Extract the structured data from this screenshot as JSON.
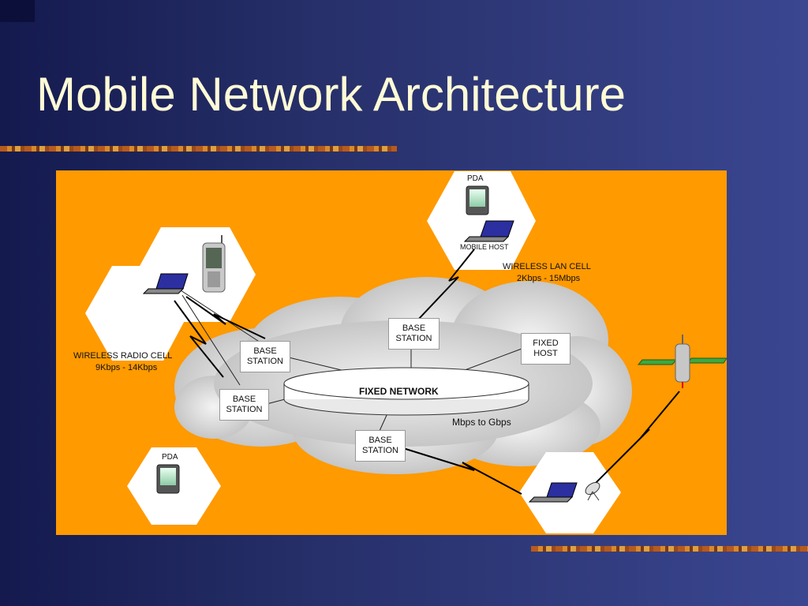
{
  "slide": {
    "title": "Mobile Network Architecture"
  },
  "diagram": {
    "network": {
      "core": "FIXED NETWORK",
      "speed": "Mbps to Gbps"
    },
    "base_station_line1": "BASE",
    "base_station_line2": "STATION",
    "fixed_host": {
      "line1": "FIXED",
      "line2": "HOST"
    },
    "wireless_lan_cell": {
      "name": "WIRELESS LAN CELL",
      "speed": "2Kbps - 15Mbps"
    },
    "wireless_radio_cell": {
      "name": "WIRELESS RADIO CELL",
      "speed": "9Kbps - 14Kbps"
    },
    "pda_label": "PDA",
    "mobile_host_label": "MOBILE HOST"
  },
  "colors": {
    "background": "#2b3475",
    "title": "#fffbd6",
    "panel": "#ff9a00"
  }
}
